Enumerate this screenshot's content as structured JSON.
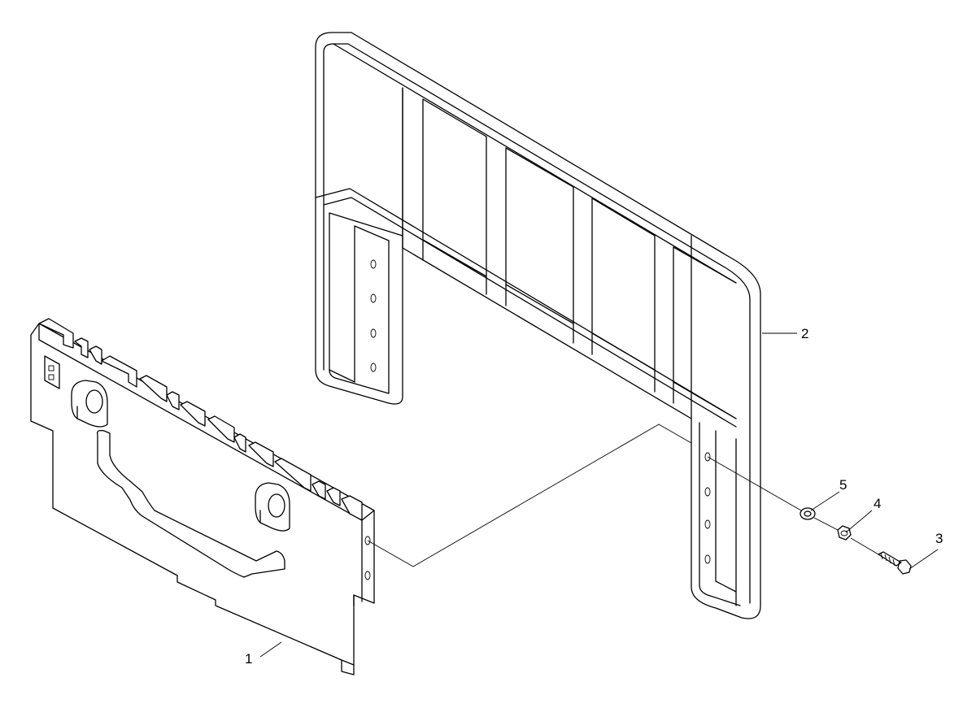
{
  "callouts": [
    {
      "id": "callout-1",
      "label": "1"
    },
    {
      "id": "callout-2",
      "label": "2"
    },
    {
      "id": "callout-3",
      "label": "3"
    },
    {
      "id": "callout-4",
      "label": "4"
    },
    {
      "id": "callout-5",
      "label": "5"
    }
  ],
  "colors": {
    "line": "#000000",
    "background": "#ffffff"
  }
}
